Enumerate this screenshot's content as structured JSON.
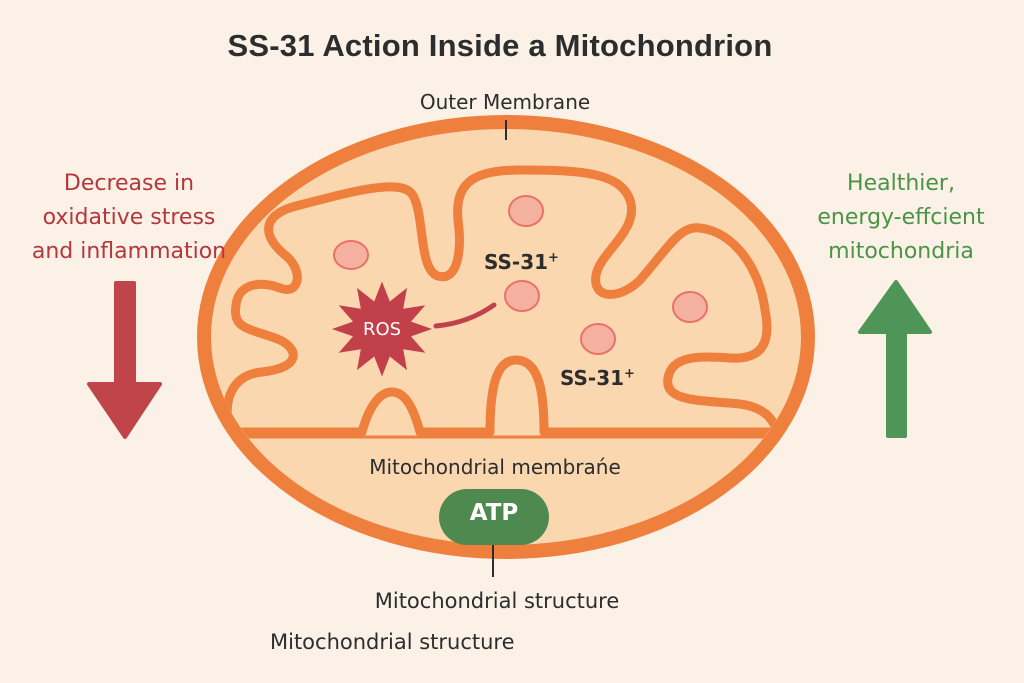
{
  "title": "SS-31 Action Inside a Mitochondrion",
  "labels": {
    "outer_membrane": "Outer Membrane",
    "mitochondrial_membrane": "Mitochondrial membrańe",
    "structure_primary": "Mitochondrial structure",
    "structure_secondary": "Mitochondrial structure"
  },
  "left_effect": {
    "lines": [
      "Decrease in",
      "oxidative stress",
      "and inflammation"
    ],
    "direction": "down",
    "color": "#c0454a"
  },
  "right_effect": {
    "lines": [
      "Healthier,",
      "energy-effcient",
      "mitochondria"
    ],
    "direction": "up",
    "color": "#4f9558"
  },
  "molecules": {
    "ss31_base": "SS-31",
    "ss31_charge": "+",
    "ros": "ROS",
    "atp": "ATP"
  },
  "colors": {
    "background": "#fbf1e6",
    "membrane": "#ee7f3d",
    "matrix": "#fbd7b0",
    "vesicle_fill": "#f4b1a0",
    "vesicle_stroke": "#e8716b",
    "ros": "#c1404a",
    "atp": "#4e8a4f",
    "text": "#2b2d2e"
  }
}
